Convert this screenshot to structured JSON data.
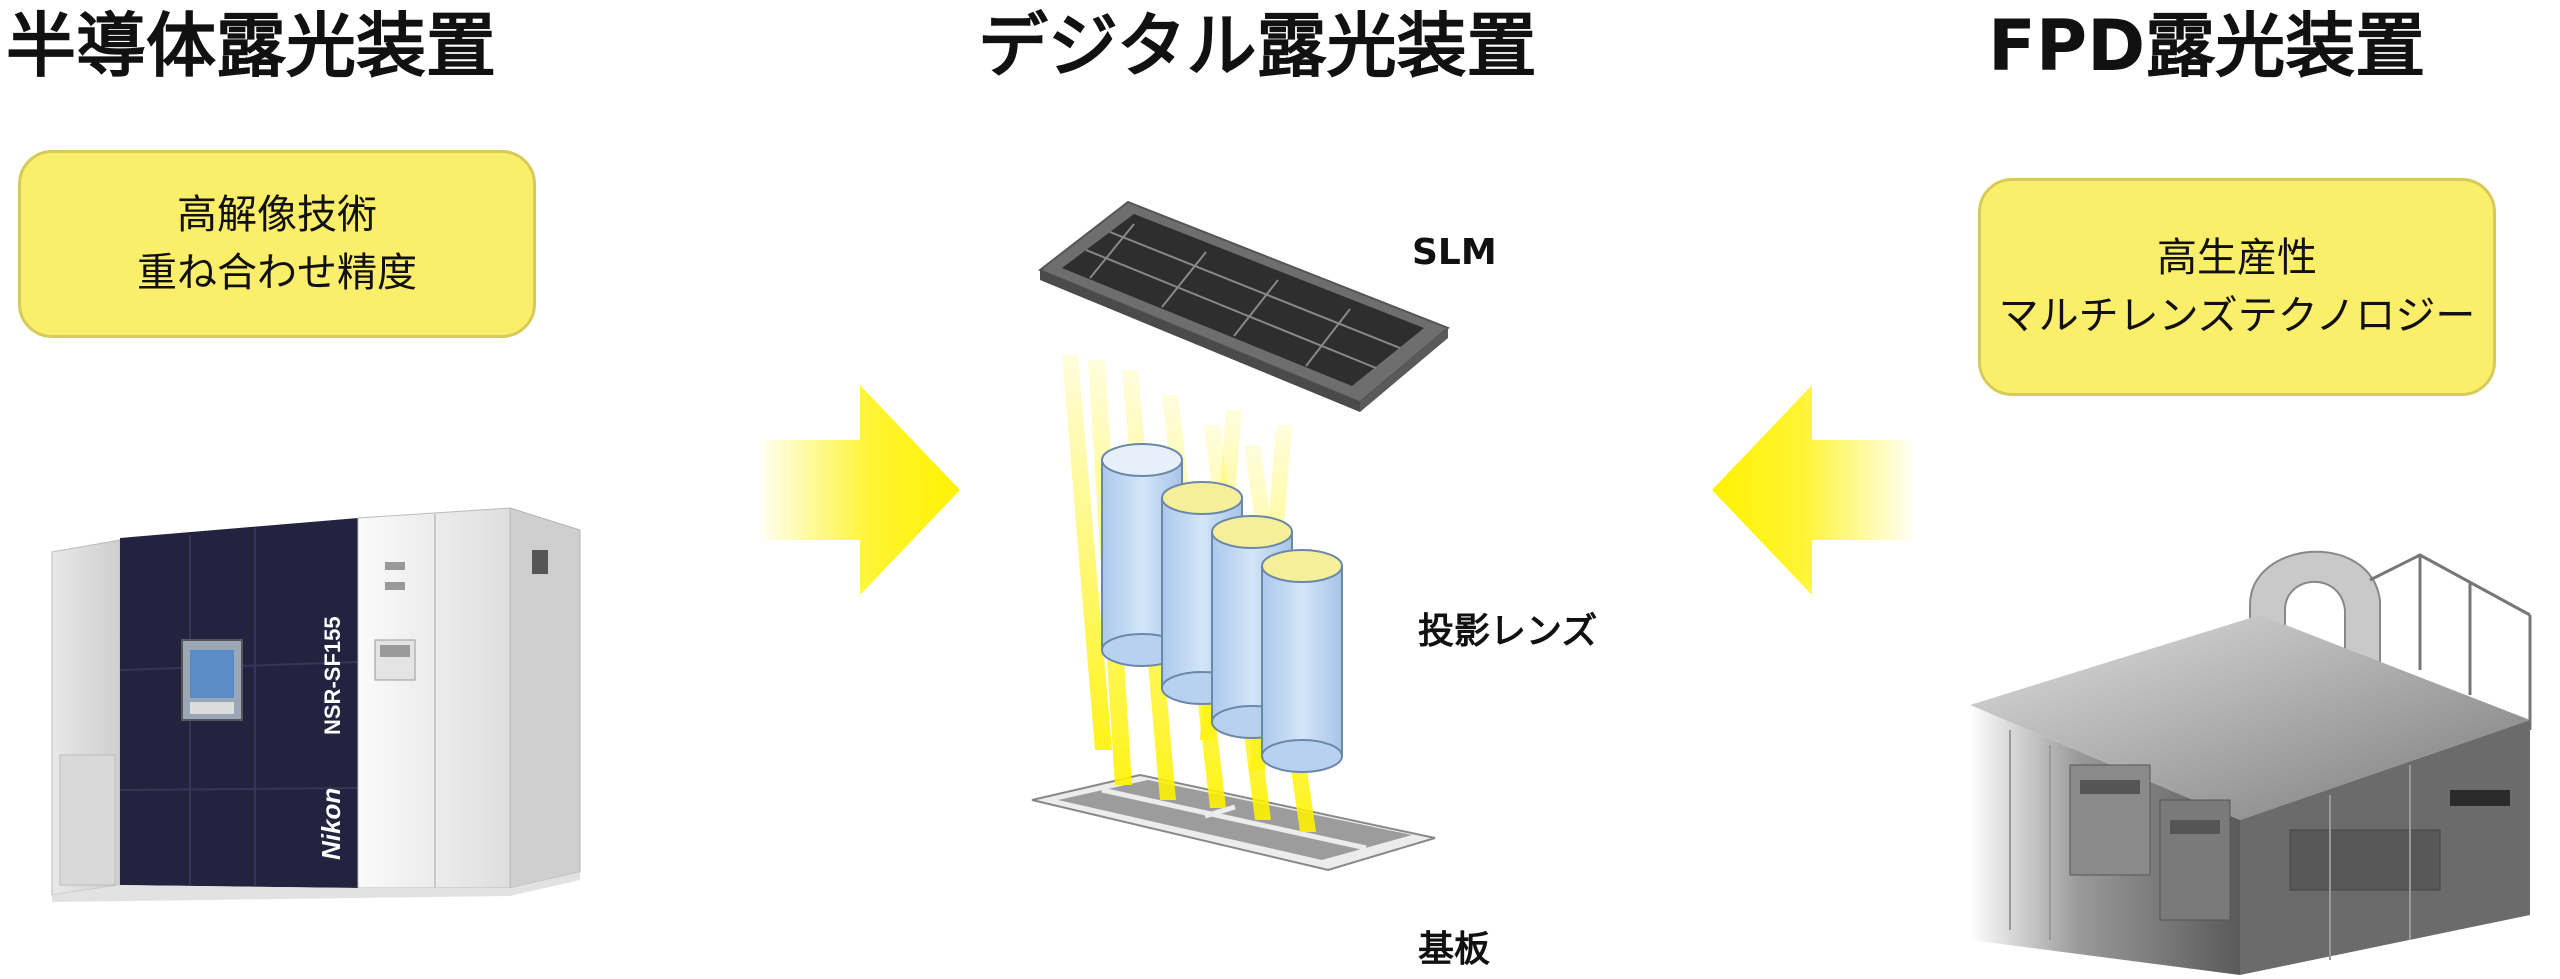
{
  "sections": {
    "semiconductor": {
      "title": "半導体露光装置",
      "features": [
        "高解像技術",
        "重ね合わせ精度"
      ],
      "machine": {
        "brand": "Nikon",
        "model": "NSR-SF155"
      }
    },
    "digital": {
      "title": "デジタル露光装置",
      "components": {
        "slm": "SLM",
        "projection_lens": "投影レンズ",
        "substrate": "基板"
      }
    },
    "fpd": {
      "title": "FPD露光装置",
      "features": [
        "高生産性",
        "マルチレンズテクノロジー"
      ]
    }
  },
  "colors": {
    "box_fill": "#fbee6b",
    "arrow": "#fff200",
    "lens_fill": "#bcd6f2",
    "machine_navy": "#23233f"
  }
}
